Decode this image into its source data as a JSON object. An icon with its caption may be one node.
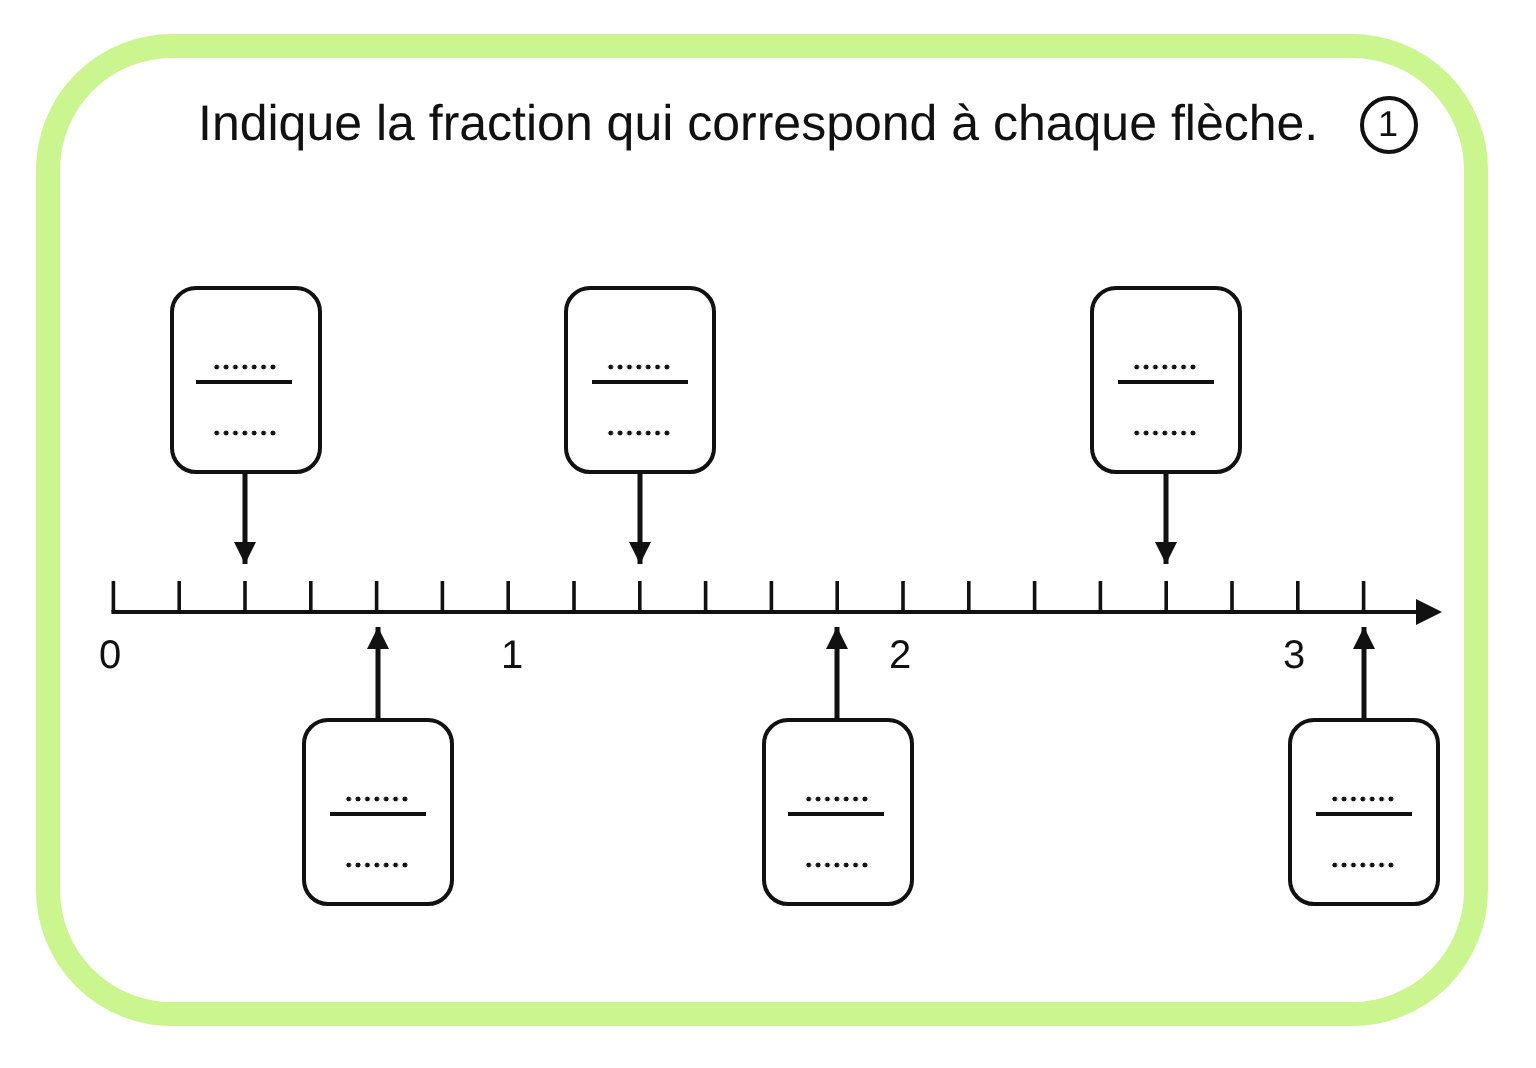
{
  "diagram": {
    "title": "Indique la fraction qui correspond à chaque flèche.",
    "nodes": [
      {
        "text": [],
        "shape": "box"
      },
      {
        "text": [],
        "shape": "box"
      },
      {
        "text": [],
        "shape": "box"
      },
      {
        "text": [],
        "shape": "box"
      },
      {
        "text": [],
        "shape": "box"
      },
      {
        "text": [],
        "shape": "box"
      }
    ],
    "edges": [
      {
        "from": 0,
        "to": null,
        "arrow": "to"
      },
      {
        "from": 1,
        "to": null,
        "arrow": "to"
      },
      {
        "from": 2,
        "to": null,
        "arrow": "to"
      },
      {
        "from": 3,
        "to": null,
        "arrow": "to"
      },
      {
        "from": 4,
        "to": null,
        "arrow": "to"
      },
      {
        "from": 5,
        "to": null,
        "arrow": "to"
      }
    ],
    "labels": [
      "1",
      "0",
      "1",
      "2",
      "3"
    ]
  }
}
